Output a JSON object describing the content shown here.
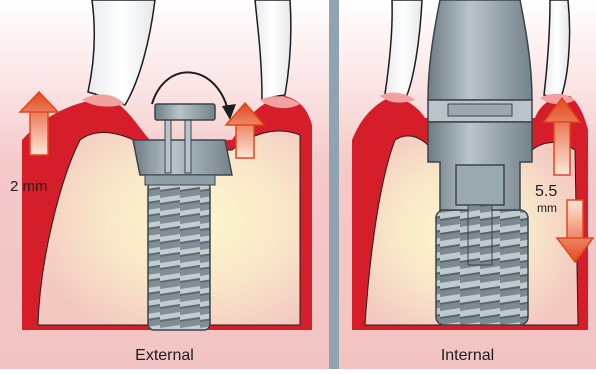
{
  "figure": {
    "panels": [
      {
        "caption": "External"
      },
      {
        "caption": "Internal"
      }
    ],
    "measurements": {
      "external_height": "2 mm",
      "internal_value": "5.5",
      "internal_unit": "mm"
    },
    "colors": {
      "gum_pink": "#f6cfcf",
      "gingiva_red": "#d51e2a",
      "bone_cream": "#fbf4cc",
      "implant_gray": "#8f9ea6",
      "divider_blue_gray": "#8fa3b1",
      "arrow_orange": "#e2481c"
    }
  }
}
